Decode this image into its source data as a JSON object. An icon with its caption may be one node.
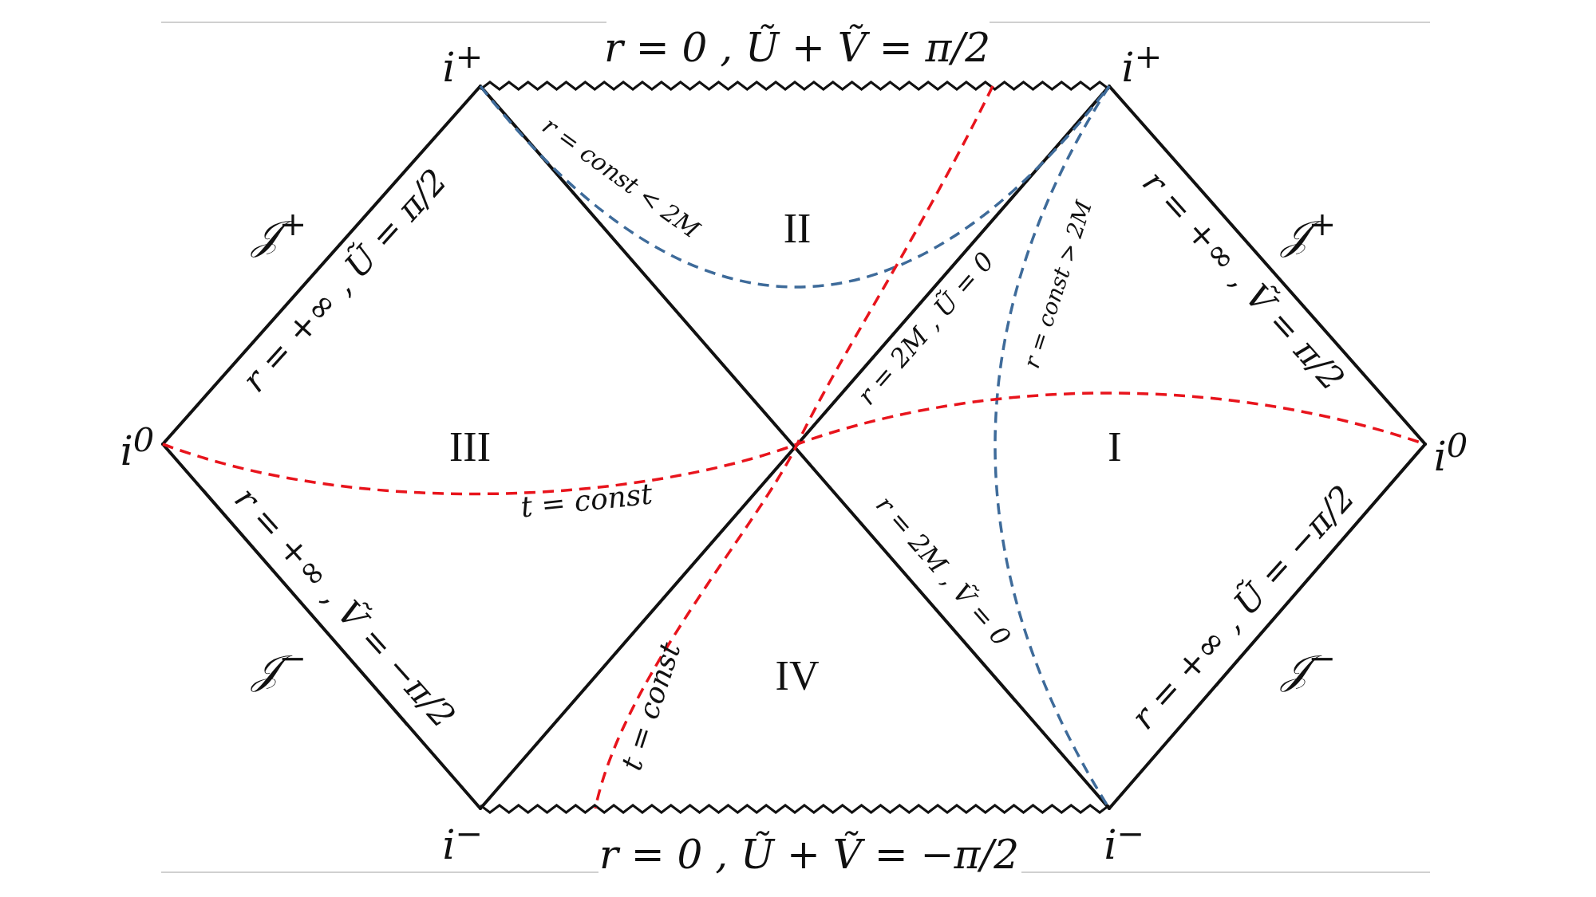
{
  "diagram": {
    "labels": [
      "i$^{+}$",
      "r = 0 , Ũ + Ṽ = π/2",
      "i$^{+}$",
      "r = const < 2M",
      "II",
      "𝒥$^{+}$",
      "r = +∞ , Ũ = π/2",
      "r = 2M , Ũ = 0",
      "r = const > 2M",
      "r = +∞ , Ṽ = π/2",
      "𝒥$^{+}$",
      "i$^{0}$",
      "III",
      "I",
      "i$^{0}$",
      "t = const",
      "r = 2M , Ṽ = 0",
      "r = +∞ , Ṽ = −π/2",
      "𝒥$^{−}$",
      "IV",
      "t = const",
      "r = +∞ , Ũ = −π/2",
      "𝒥$^{−}$",
      "i$^{−}$",
      "i$^{−}$",
      "r = 0 , Ũ + Ṽ = −π/2"
    ]
  }
}
